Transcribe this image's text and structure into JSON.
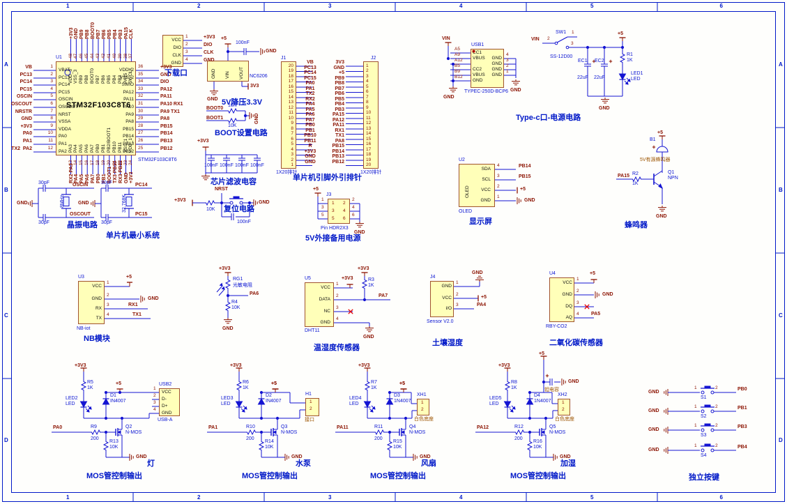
{
  "border": {
    "cols": [
      "1",
      "2",
      "3",
      "4",
      "5",
      "6"
    ],
    "rows": [
      "A",
      "B",
      "C",
      "D"
    ]
  },
  "nets": {
    "gnd": "GND",
    "p5": "+5",
    "p3": "+3V3",
    "v3": "3V3",
    "vin": "VIN"
  },
  "colors": {
    "wire": "#1414d2",
    "power": "#8b1200",
    "body_fill": "#ffffb9",
    "body_border": "#a0522d",
    "title": "#0018c8"
  },
  "mcu": {
    "ref": "U1",
    "part": "STM32F103C8T6",
    "fp": "STM32F103C8T6",
    "left": [
      [
        "1",
        "VBAT",
        "VB"
      ],
      [
        "2",
        "PC13",
        "PC13"
      ],
      [
        "3",
        "PC14",
        "PC14"
      ],
      [
        "4",
        "PC15",
        "PC15"
      ],
      [
        "5",
        "OSCIN",
        "OSCIN"
      ],
      [
        "6",
        "OSCOUT",
        "OSCOUT"
      ],
      [
        "7",
        "NRST",
        "NRSTR"
      ],
      [
        "8",
        "VSSA",
        "GND"
      ],
      [
        "9",
        "VDDA",
        "+3V3"
      ],
      [
        "10",
        "PA0",
        "PA0"
      ],
      [
        "11",
        "PA1",
        "PA1"
      ],
      [
        "12",
        "PA2",
        "TX2  PA2"
      ]
    ],
    "right": [
      [
        "36",
        "VDD_2",
        "+3V3"
      ],
      [
        "35",
        "VSS_2",
        "GND"
      ],
      [
        "34",
        "SWIO",
        "DIO"
      ],
      [
        "33",
        "PA12",
        "PA12"
      ],
      [
        "32",
        "PA11",
        "PA11"
      ],
      [
        "31",
        "PA10",
        "PA10 RX1"
      ],
      [
        "30",
        "PA9",
        "PA9 TX1"
      ],
      [
        "29",
        "PA8",
        "PA8"
      ],
      [
        "28",
        "PB15",
        "PB15"
      ],
      [
        "27",
        "PB14",
        "PB14"
      ],
      [
        "26",
        "PB13",
        "PB13"
      ],
      [
        "25",
        "PB12",
        "PB12"
      ]
    ],
    "top": [
      [
        "48",
        "VDD_3",
        "+3V3"
      ],
      [
        "47",
        "VSS_3",
        "GND"
      ],
      [
        "46",
        "PB9",
        "PB9"
      ],
      [
        "45",
        "PB8",
        "PB8"
      ],
      [
        "44",
        "BOOT0",
        "BOOT0"
      ],
      [
        "43",
        "PB7",
        "PB7"
      ],
      [
        "42",
        "PB6",
        "PB6"
      ],
      [
        "41",
        "PB5",
        "PB5"
      ],
      [
        "40",
        "PB4",
        "PB4"
      ],
      [
        "39",
        "PB3",
        "PB3"
      ],
      [
        "38",
        "PA15",
        "PA15"
      ],
      [
        "37",
        "SWCLK",
        "CLK"
      ]
    ],
    "bottom": [
      [
        "13",
        "PA3",
        "RX2 PA3"
      ],
      [
        "14",
        "PA4",
        "PA4"
      ],
      [
        "15",
        "PA5",
        "PA5"
      ],
      [
        "16",
        "PA6",
        "PA6"
      ],
      [
        "17",
        "PA7",
        "PA7"
      ],
      [
        "18",
        "PB0",
        "PB0"
      ],
      [
        "19",
        "PB1",
        "PB1"
      ],
      [
        "20",
        "PB2/BOOT1",
        "BOOT1"
      ],
      [
        "21",
        "PB10",
        "TX3 PB10"
      ],
      [
        "22",
        "PB11",
        "RX3 PB11"
      ],
      [
        "23",
        "VSS_1",
        "GND"
      ],
      [
        "24",
        "VDD_1",
        "+3V3"
      ]
    ]
  },
  "xtal": {
    "title": "晶振电路",
    "sys": "单片机最小系统",
    "c": "30pF",
    "x1": "8MHz",
    "x2": "32.768K",
    "n1": "OSCIN",
    "n2": "OSCOUT",
    "n3": "PC14",
    "n4": "PC15"
  },
  "dl": {
    "title": "下载口",
    "pins": [
      [
        "VCC",
        "1",
        "+3V3"
      ],
      [
        "DIO",
        "2",
        "DIO"
      ],
      [
        "CLK",
        "3",
        "CLK"
      ],
      [
        "GND",
        "4",
        "GND"
      ]
    ]
  },
  "reg": {
    "title": "5V降压3.3V",
    "part": "NC6206",
    "p1": "GND",
    "p2": "VIN",
    "p3": "VOUT",
    "cap": "100nF"
  },
  "boot": {
    "title": "BOOT设置电路",
    "n1": "BOOT0",
    "n2": "BOOT1",
    "r": "10K"
  },
  "filt": {
    "title": "芯片滤波电容",
    "cap": "100nF"
  },
  "rst": {
    "title": "复位电路",
    "net": "NRST",
    "r": "10K",
    "cap": "100nF"
  },
  "hdr": {
    "title": "单片机引脚外引排针",
    "fp": "1X20排针",
    "j1": "J1",
    "j2": "J2",
    "j1pins": [
      "VB",
      "PC13",
      "PC14",
      "PC15",
      "PA0",
      "PA1",
      "TX2",
      "RX2",
      "PA4",
      "PA5",
      "PA6",
      "PA7",
      "PB0",
      "PB1",
      "PB10",
      "PB11",
      "R",
      "+3V3",
      "GND",
      "GND"
    ],
    "j2pins": [
      "3V3",
      "GND",
      "+5",
      "PB9",
      "PB8",
      "PB7",
      "PB6",
      "PB5",
      "PB4",
      "PB3",
      "PA15",
      "PA12",
      "PA11",
      "RX1",
      "TX1",
      "PA8",
      "PB15",
      "PB14",
      "PB13",
      "PB12"
    ]
  },
  "bak": {
    "title": "5V外接备用电源",
    "ref": "J3",
    "fp": "Pin HDR2X3",
    "ln": [
      "1",
      "3",
      "5"
    ],
    "rn": [
      "2",
      "4",
      "6"
    ]
  },
  "tc": {
    "title": "Type-c口-电源电路",
    "ref": "USB1",
    "fp": "TYPEC-250D-BCP6",
    "lpins": [
      "A5",
      "A9",
      "A12",
      "B5",
      "B9",
      "B12"
    ],
    "lnames": [
      "CC1",
      "VBUS",
      "",
      "CC2",
      "VBUS",
      "GND"
    ],
    "rnames": [
      "GND",
      "GND",
      "GND",
      "GND"
    ],
    "rpins": [
      "4",
      "3",
      "2",
      "1"
    ],
    "sw": "SW1",
    "swp": "SS-12D00",
    "swn": [
      "1",
      "2",
      "3"
    ],
    "ec1": "EC1",
    "ec1v": "22uF",
    "ec2": "EC2",
    "ec2v": "22uF",
    "r": "R1",
    "rv": "1K",
    "led": "LED1",
    "ledv": "LED"
  },
  "oled": {
    "title": "显示屏",
    "ref": "U2",
    "fp": "OLED",
    "body": "OLED",
    "pins": [
      [
        "SDA",
        "4",
        "PB14"
      ],
      [
        "SCL",
        "3",
        "PB15"
      ],
      [
        "VCC",
        "2",
        "+5"
      ],
      [
        "GND",
        "1",
        "GND"
      ]
    ]
  },
  "buz": {
    "title": "蜂鸣器",
    "ref": "B1",
    "part": "5V有源蜂鸣器",
    "q": "Q1",
    "qt": "NPN",
    "r": "R2",
    "rv": "1K",
    "net": "PA15"
  },
  "nb": {
    "title": "NB模块",
    "ref": "U3",
    "fp": "NB-iot",
    "pins": [
      [
        "VCC",
        "1",
        "+5"
      ],
      [
        "GND",
        "2",
        "GND"
      ],
      [
        "RX",
        "3",
        "RX1"
      ],
      [
        "TX",
        "4",
        "TX1"
      ]
    ]
  },
  "ldr": {
    "ref": "RG1",
    "name": "光敏电阻",
    "net": "PA6",
    "r": "R4",
    "rv": "10K"
  },
  "dht": {
    "title": "温湿度传感器",
    "ref": "U5",
    "fp": "DHT11",
    "r": "R3",
    "rv": "1K",
    "pins": [
      [
        "VCC",
        "1",
        "+3V3"
      ],
      [
        "DATA",
        "2",
        "PA7"
      ],
      [
        "NC",
        "3",
        ""
      ],
      [
        "GND",
        "4",
        "GND"
      ]
    ]
  },
  "soil": {
    "title": "土壤湿度",
    "ref": "J4",
    "fp": "Sensor V2.0",
    "pins": [
      [
        "GND",
        "1",
        "GND"
      ],
      [
        "VCC",
        "2",
        "+5"
      ],
      [
        "I/O",
        "3",
        "PA4"
      ]
    ]
  },
  "co2": {
    "title": "二氧化碳传感器",
    "ref": "U4",
    "fp": "RBY-CO2",
    "pins": [
      [
        "VCC",
        "1",
        "+5"
      ],
      [
        "GND",
        "2",
        "GND"
      ],
      [
        "DQ",
        "3",
        ""
      ],
      [
        "AQ",
        "4",
        "PA5"
      ]
    ]
  },
  "mos": {
    "title": "MOS管控制输出",
    "blocks": [
      {
        "sub": "灯",
        "in": "PA0",
        "rg": "R9",
        "rgv": "200",
        "q": "Q2",
        "qt": "N-MOS",
        "rp": "R13",
        "rpv": "10K",
        "rl": "R5",
        "rlv": "1K",
        "led": "LED2",
        "ledv": "LED",
        "d": "D1",
        "dv": "IN4007",
        "conn": "USB2",
        "connfp": "USB-A",
        "names": [
          "VCC",
          "D-",
          "D+",
          "GND"
        ],
        "nums": [
          "1",
          "2",
          "3",
          "4"
        ]
      },
      {
        "sub": "水泵",
        "in": "PA1",
        "rg": "R10",
        "rgv": "200",
        "q": "Q3",
        "qt": "N-MOS",
        "rp": "R14",
        "rpv": "10K",
        "rl": "R6",
        "rlv": "1K",
        "led": "LED3",
        "ledv": "LED",
        "d": "D2",
        "dv": "IN4007",
        "conn": "H1",
        "connfp": "接口",
        "nums": [
          "1",
          "2"
        ]
      },
      {
        "sub": "风扇",
        "in": "PA11",
        "rg": "R11",
        "rgv": "200",
        "q": "Q4",
        "qt": "N-MOS",
        "rp": "R15",
        "rpv": "10K",
        "rl": "R7",
        "rlv": "1K",
        "led": "LED4",
        "ledv": "LED",
        "d": "D3",
        "dv": "1N4007",
        "conn": "XH1",
        "connfp": "白色底座",
        "nums": [
          "1",
          "2"
        ]
      },
      {
        "sub": "加湿",
        "in": "PA12",
        "rg": "R12",
        "rgv": "200",
        "q": "Q5",
        "qt": "N-MOS",
        "rp": "R16",
        "rpv": "10K",
        "rl": "R8",
        "rlv": "1K",
        "led": "LED5",
        "ledv": "LED",
        "d": "D4",
        "dv": "1N4007",
        "conn": "XH2",
        "connfp": "白色底座",
        "cap": "钽电容",
        "nums": [
          "1",
          "2"
        ]
      }
    ]
  },
  "keys": {
    "title": "独立按键",
    "pn": [
      "1",
      "2"
    ],
    "rows": [
      [
        "S1",
        "PB0"
      ],
      [
        "S2",
        "PB1"
      ],
      [
        "S3",
        "PB3"
      ],
      [
        "S4",
        "PB4"
      ]
    ]
  }
}
